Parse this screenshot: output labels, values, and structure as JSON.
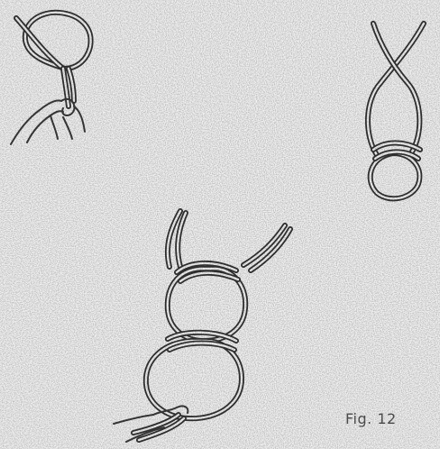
{
  "figure": {
    "caption": "Fig. 12",
    "colors": {
      "paper": "#f4f4f4",
      "ink": "#333333"
    },
    "illustrations": [
      {
        "name": "hand-holding-loop"
      },
      {
        "name": "figure-eight-loop"
      },
      {
        "name": "two-link-chain"
      }
    ]
  }
}
